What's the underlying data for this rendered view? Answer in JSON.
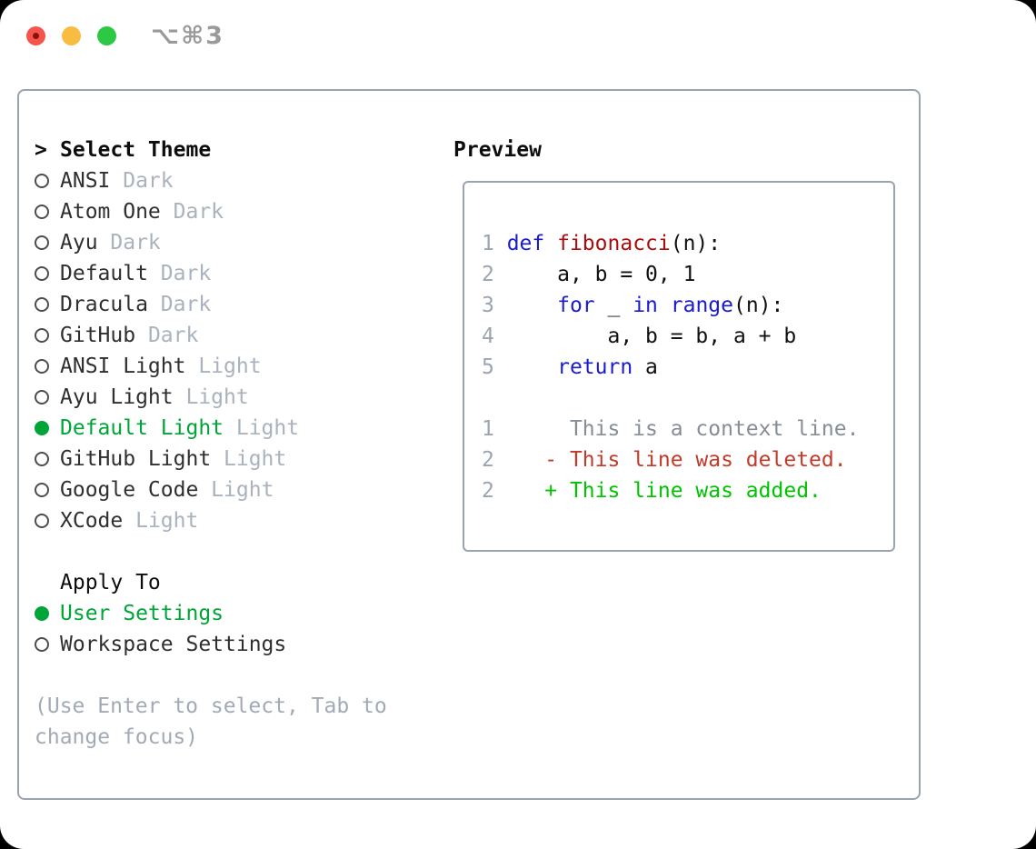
{
  "titlebar": {
    "shortcut": "⌥⌘3",
    "buttons": [
      {
        "slug": "close",
        "label": "close"
      },
      {
        "slug": "minimize",
        "label": "minimize"
      },
      {
        "slug": "zoom",
        "label": "zoom"
      }
    ]
  },
  "theme_panel": {
    "focus_indicator": ">",
    "title": "Select Theme",
    "items": [
      {
        "slug": "ansi-dark",
        "name": "ANSI",
        "variant": "Dark",
        "selected": false
      },
      {
        "slug": "atom-one-dark",
        "name": "Atom One",
        "variant": "Dark",
        "selected": false
      },
      {
        "slug": "ayu-dark",
        "name": "Ayu",
        "variant": "Dark",
        "selected": false
      },
      {
        "slug": "default-dark",
        "name": "Default",
        "variant": "Dark",
        "selected": false
      },
      {
        "slug": "dracula-dark",
        "name": "Dracula",
        "variant": "Dark",
        "selected": false
      },
      {
        "slug": "github-dark",
        "name": "GitHub",
        "variant": "Dark",
        "selected": false
      },
      {
        "slug": "ansi-light",
        "name": "ANSI Light",
        "variant": "Light",
        "selected": false
      },
      {
        "slug": "ayu-light",
        "name": "Ayu Light",
        "variant": "Light",
        "selected": false
      },
      {
        "slug": "default-light",
        "name": "Default Light",
        "variant": "Light",
        "selected": true
      },
      {
        "slug": "github-light",
        "name": "GitHub Light",
        "variant": "Light",
        "selected": false
      },
      {
        "slug": "google-code",
        "name": "Google Code",
        "variant": "Light",
        "selected": false
      },
      {
        "slug": "xcode",
        "name": "XCode",
        "variant": "Light",
        "selected": false
      }
    ],
    "apply_to": {
      "title": "Apply To",
      "options": [
        {
          "slug": "user-settings",
          "name": "User Settings",
          "selected": true
        },
        {
          "slug": "workspace-settings",
          "name": "Workspace Settings",
          "selected": false
        }
      ]
    },
    "help_lines": [
      "(Use Enter to select, Tab to",
      "change focus)"
    ]
  },
  "preview": {
    "title": "Preview",
    "lines": [
      [
        {
          "t": "1 ",
          "c": "num"
        },
        {
          "t": "def",
          "c": "kw"
        },
        {
          "t": " ",
          "c": "plain"
        },
        {
          "t": "fibonacci",
          "c": "fn"
        },
        {
          "t": "(n):",
          "c": "plain"
        }
      ],
      [
        {
          "t": "2 ",
          "c": "num"
        },
        {
          "t": "    a, b = 0, 1",
          "c": "plain"
        }
      ],
      [
        {
          "t": "3 ",
          "c": "num"
        },
        {
          "t": "    ",
          "c": "plain"
        },
        {
          "t": "for",
          "c": "kw"
        },
        {
          "t": " _ ",
          "c": "plain"
        },
        {
          "t": "in",
          "c": "kw"
        },
        {
          "t": " ",
          "c": "plain"
        },
        {
          "t": "range",
          "c": "kw"
        },
        {
          "t": "(n):",
          "c": "plain"
        }
      ],
      [
        {
          "t": "4 ",
          "c": "num"
        },
        {
          "t": "        a, b = b, a + b",
          "c": "plain"
        }
      ],
      [
        {
          "t": "5 ",
          "c": "num"
        },
        {
          "t": "    ",
          "c": "plain"
        },
        {
          "t": "return",
          "c": "kw"
        },
        {
          "t": " a",
          "c": "plain"
        }
      ],
      [],
      [
        {
          "t": "1 ",
          "c": "num"
        },
        {
          "t": "     This is a context line.",
          "c": "ctx"
        }
      ],
      [
        {
          "t": "2 ",
          "c": "num"
        },
        {
          "t": "   - This line was deleted.",
          "c": "del"
        }
      ],
      [
        {
          "t": "2 ",
          "c": "num"
        },
        {
          "t": "   + This line was added.",
          "c": "add"
        }
      ]
    ]
  },
  "colors": {
    "tl_close": "#f4554d",
    "tl_close_dot": "#8a1309",
    "tl_min": "#f8bd40",
    "tl_zoom": "#2ec944",
    "shortcut": "#9a9a9a",
    "border": "#9aa4b0",
    "heading": "#0d0d0d",
    "dark": "#2f2f2f",
    "dim": "#a9b2bd",
    "radio": "#4d4d4d",
    "green": "#00a538",
    "help": "#a2aab6",
    "num": "#9aa5b2",
    "kw": "#1a1ace",
    "fn": "#ab0d0c",
    "plain": "#111111",
    "ctx": "#868d96",
    "del": "#c23a28",
    "add": "#00c300"
  }
}
